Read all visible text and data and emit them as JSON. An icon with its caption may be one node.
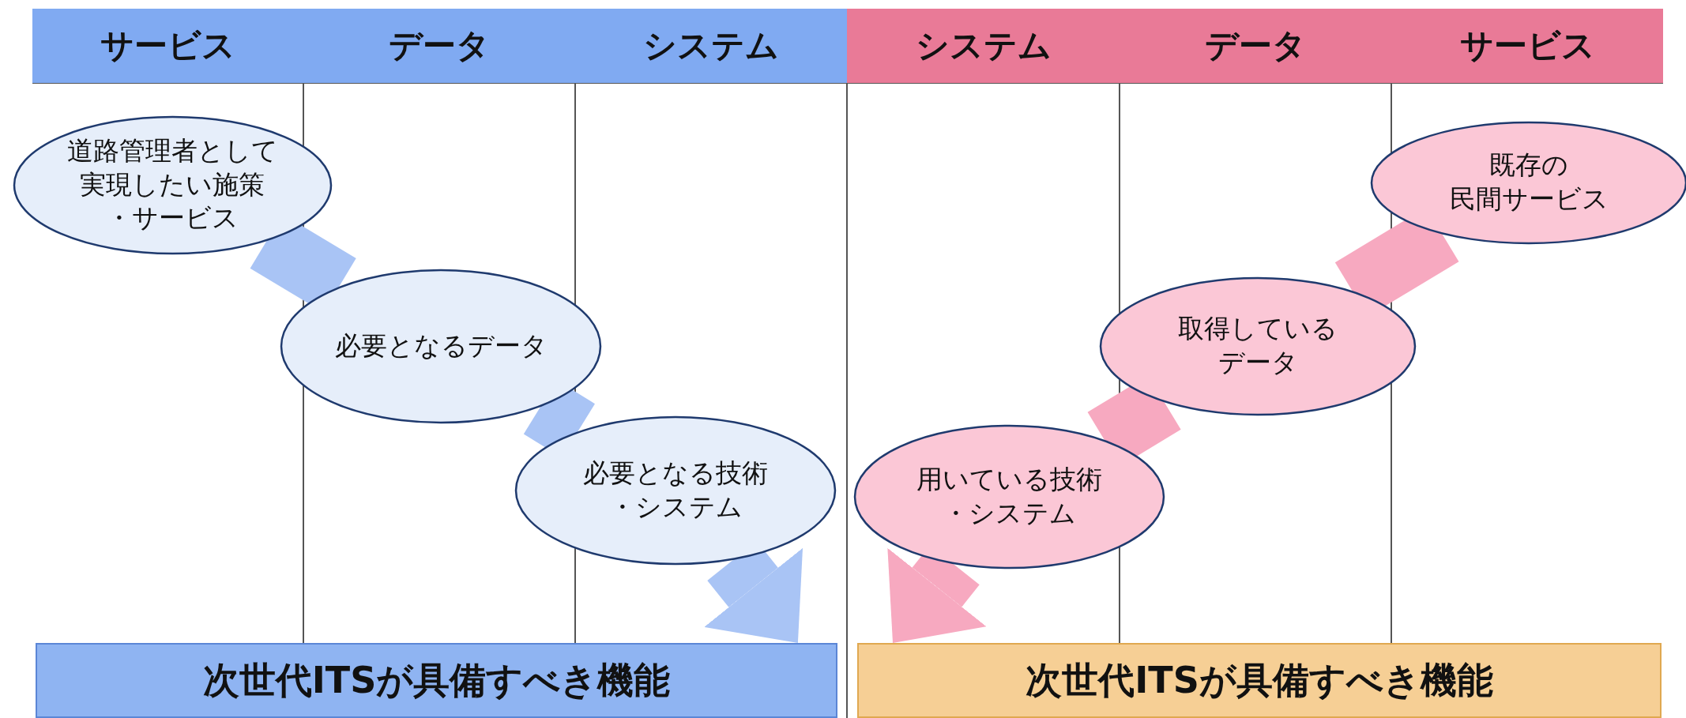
{
  "diagram": {
    "nodes": [
      {
        "text": [
          "サービス"
        ]
      },
      {
        "text": [
          "データ"
        ]
      },
      {
        "text": [
          "システム"
        ]
      },
      {
        "text": [
          "システム"
        ]
      },
      {
        "text": [
          "データ"
        ]
      },
      {
        "text": [
          "サービス"
        ]
      },
      {
        "text": [
          "道路管理者として実現したい施策・サービス"
        ]
      },
      {
        "text": [
          "必要となるデータ"
        ]
      },
      {
        "text": [
          "必要となる技術・システム"
        ]
      },
      {
        "text": [
          "用いている技術・システム"
        ]
      },
      {
        "text": [
          "取得しているデータ"
        ]
      },
      {
        "text": [
          "既存の民間サービス"
        ]
      },
      {
        "text": [
          "次世代ITSが具備すべき機能"
        ]
      },
      {
        "text": [
          "次世代ITSが具備すべき機能"
        ]
      }
    ],
    "edges": [
      {
        "from": 6,
        "to": 7,
        "arrow": "none",
        "color": "#a9c4f5"
      },
      {
        "from": 7,
        "to": 8,
        "arrow": "none",
        "color": "#a9c4f5"
      },
      {
        "from": 8,
        "to": 12,
        "arrow": "to",
        "color": "#a9c4f5"
      },
      {
        "from": 11,
        "to": 10,
        "arrow": "none",
        "color": "#f7a9c0"
      },
      {
        "from": 10,
        "to": 9,
        "arrow": "none",
        "color": "#f7a9c0"
      },
      {
        "from": 9,
        "to": 13,
        "arrow": "to",
        "color": "#f7a9c0"
      }
    ]
  }
}
